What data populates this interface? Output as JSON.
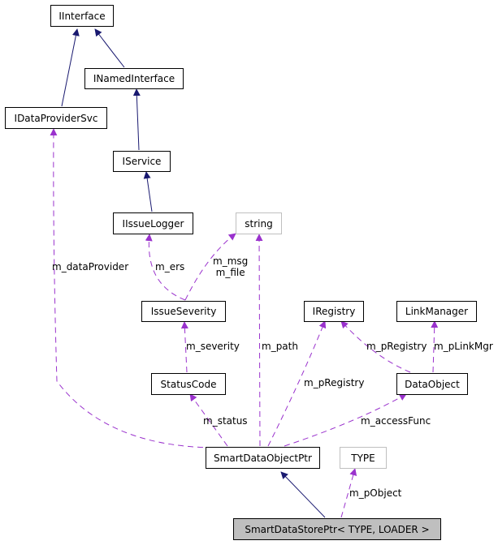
{
  "diagram": {
    "colors": {
      "inheritance_edge": "#191970",
      "usage_edge": "#9a32cd",
      "node_border": "#000000",
      "external_node_border": "#bfbfbf",
      "focus_node_fill": "#bfbfbf"
    },
    "nodes": {
      "iinterface": "IInterface",
      "inamedinterface": "INamedInterface",
      "idataprovidersvc": "IDataProviderSvc",
      "iservice": "IService",
      "iissuelogger": "IIssueLogger",
      "string": "string",
      "issueseverity": "IssueSeverity",
      "iregistry": "IRegistry",
      "linkmanager": "LinkManager",
      "statuscode": "StatusCode",
      "dataobject": "DataObject",
      "smartdataobjectptr": "SmartDataObjectPtr",
      "type": "TYPE",
      "smartdatastoreptr": "SmartDataStorePtr< TYPE, LOADER >"
    },
    "edges": [
      {
        "from": "INamedInterface",
        "to": "IInterface",
        "kind": "inheritance"
      },
      {
        "from": "IDataProviderSvc",
        "to": "IInterface",
        "kind": "inheritance"
      },
      {
        "from": "IService",
        "to": "INamedInterface",
        "kind": "inheritance"
      },
      {
        "from": "IIssueLogger",
        "to": "IService",
        "kind": "inheritance"
      },
      {
        "from": "SmartDataStorePtr< TYPE, LOADER >",
        "to": "SmartDataObjectPtr",
        "kind": "inheritance"
      },
      {
        "from": "IssueSeverity",
        "to": "IIssueLogger",
        "kind": "usage",
        "label": "m_ers"
      },
      {
        "from": "IssueSeverity",
        "to": "string",
        "kind": "usage",
        "label": "m_msg\nm_file"
      },
      {
        "from": "StatusCode",
        "to": "IssueSeverity",
        "kind": "usage",
        "label": "m_severity"
      },
      {
        "from": "SmartDataObjectPtr",
        "to": "StatusCode",
        "kind": "usage",
        "label": "m_status"
      },
      {
        "from": "SmartDataObjectPtr",
        "to": "string",
        "kind": "usage",
        "label": "m_path"
      },
      {
        "from": "SmartDataObjectPtr",
        "to": "IRegistry",
        "kind": "usage",
        "label": "m_pRegistry"
      },
      {
        "from": "SmartDataObjectPtr",
        "to": "DataObject",
        "kind": "usage",
        "label": "m_accessFunc"
      },
      {
        "from": "SmartDataObjectPtr",
        "to": "IDataProviderSvc",
        "kind": "usage",
        "label": "m_dataProvider"
      },
      {
        "from": "DataObject",
        "to": "IRegistry",
        "kind": "usage",
        "label": "m_pRegistry"
      },
      {
        "from": "DataObject",
        "to": "LinkManager",
        "kind": "usage",
        "label": "m_pLinkMgr"
      },
      {
        "from": "SmartDataStorePtr< TYPE, LOADER >",
        "to": "TYPE",
        "kind": "usage",
        "label": "m_pObject"
      }
    ],
    "edge_labels": {
      "m_dataProvider": "m_dataProvider",
      "m_ers": "m_ers",
      "m_msg_file": "m_msg\nm_file",
      "m_path": "m_path",
      "m_severity": "m_severity",
      "m_pRegistry_1": "m_pRegistry",
      "m_pRegistry_2": "m_pRegistry",
      "m_pLinkMgr": "m_pLinkMgr",
      "m_status": "m_status",
      "m_accessFunc": "m_accessFunc",
      "m_pObject": "m_pObject"
    }
  }
}
